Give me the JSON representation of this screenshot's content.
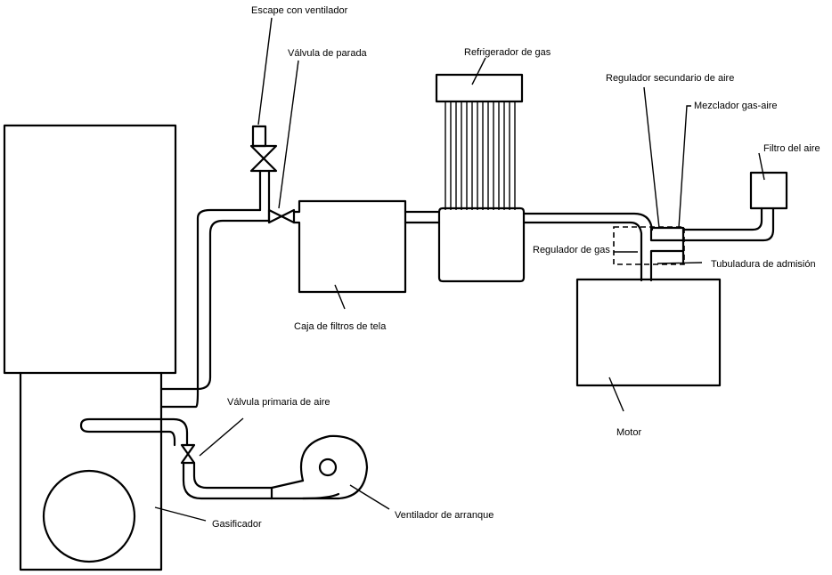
{
  "diagram": {
    "title": "",
    "labels": {
      "escape": "Escape con ventilador",
      "valvula_parada": "Válvula de parada",
      "refrigerador": "Refrigerador de gas",
      "regulador_secundario": "Regulador secundario de aire",
      "mezclador": "Mezclador gas-aire",
      "filtro_aire": "Filtro del aire",
      "regulador_gas": "Regulador de gas",
      "tubuladura": "Tubuladura de admisión",
      "caja_filtros": "Caja de filtros de tela",
      "motor": "Motor",
      "valvula_primaria": "Válvula primaria de aire",
      "ventilador_arranque": "Ventilador de arranque",
      "gasificador": "Gasificador"
    },
    "components": [
      "gasificador",
      "valvula-primaria-de-aire",
      "ventilador-de-arranque",
      "escape-con-ventilador",
      "valvula-de-parada",
      "caja-de-filtros-de-tela",
      "refrigerador-de-gas",
      "regulador-secundario-de-aire",
      "mezclador-gas-aire",
      "filtro-del-aire",
      "regulador-de-gas",
      "tubuladura-de-admision",
      "motor"
    ]
  }
}
